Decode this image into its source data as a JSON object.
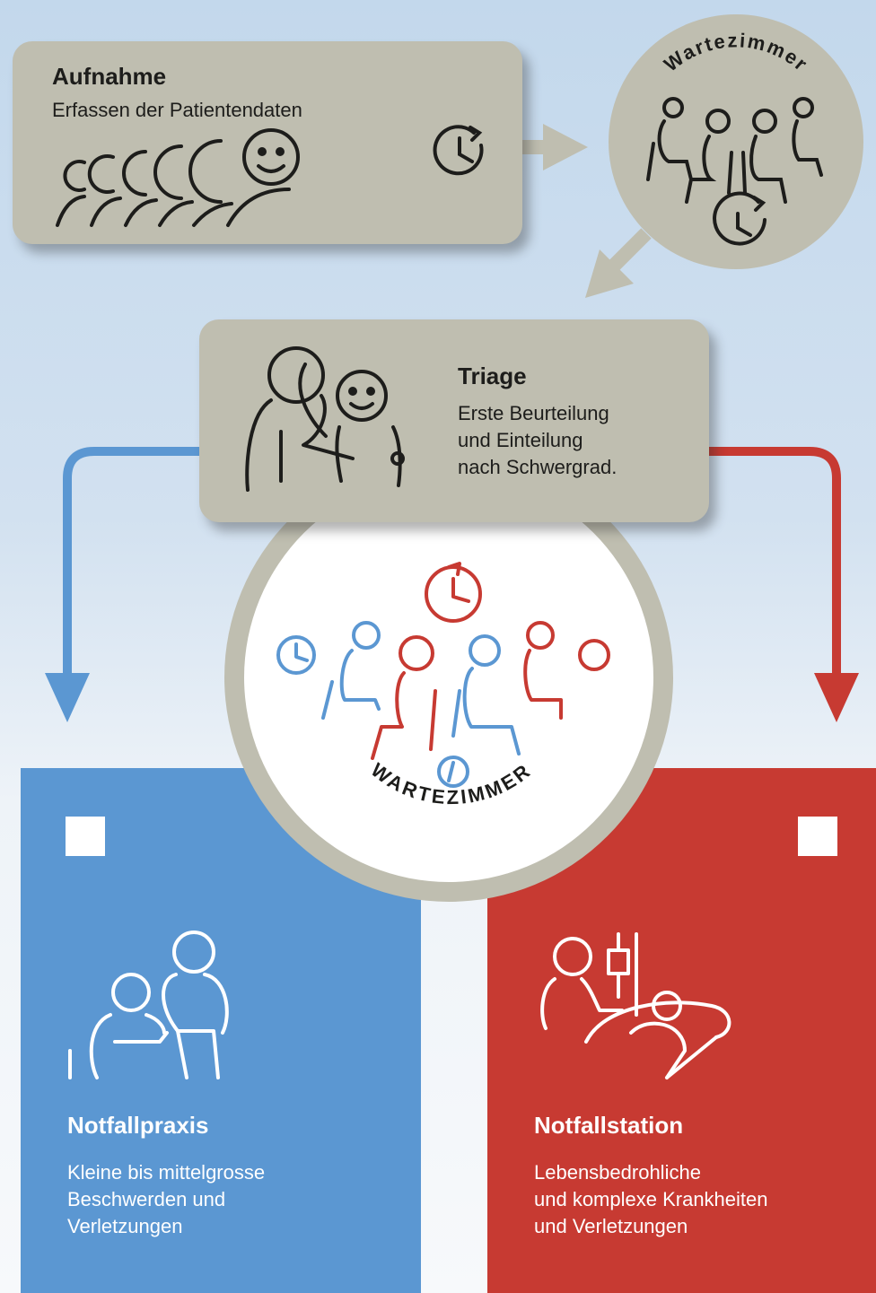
{
  "aufnahme": {
    "title": "Aufnahme",
    "subtitle": "Erfassen der Patientendaten",
    "icons": [
      "queue-icon",
      "clock-icon"
    ]
  },
  "waiting_top": {
    "label": "Wartezimmer",
    "icons": [
      "seated-people-icon",
      "clock-icon"
    ]
  },
  "triage": {
    "title": "Triage",
    "lines": [
      "Erste Beurteilung",
      "und Einteilung",
      "nach Schwergrad."
    ],
    "icons": [
      "doctor-patient-icon"
    ]
  },
  "waiting_center": {
    "label": "WARTEZIMMER",
    "icons": [
      "seated-people-icon",
      "clock-icon"
    ]
  },
  "notfallpraxis": {
    "title": "Notfallpraxis",
    "lines": [
      "Kleine bis mittelgrosse",
      "Beschwerden und",
      "Verletzungen"
    ],
    "color": "#5b97d2",
    "icons": [
      "consultation-icon"
    ]
  },
  "notfallstation": {
    "title": "Notfallstation",
    "lines": [
      "Lebensbedrohliche",
      "und komplexe Krankheiten",
      "und Verletzungen"
    ],
    "color": "#c73a32",
    "icons": [
      "hospital-bed-icon"
    ]
  },
  "colors": {
    "card": "#bfbeb0",
    "blue": "#5b97d2",
    "red": "#c73a32",
    "circle_ring": "#bfbeb0"
  }
}
